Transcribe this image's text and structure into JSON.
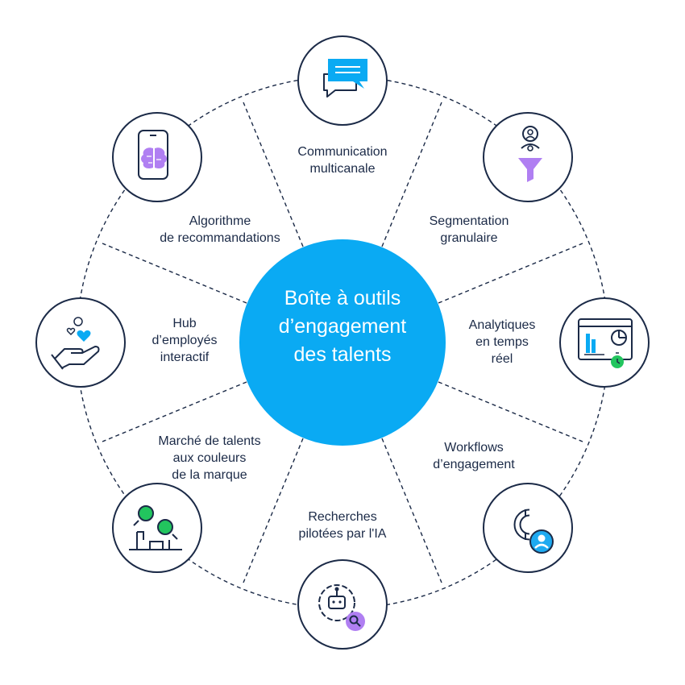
{
  "center": {
    "lines": [
      "Boîte à outils",
      "d’engagement",
      "des talents"
    ],
    "color": "#0aaaf3"
  },
  "segments": [
    {
      "icon": "chat-bubbles-icon",
      "lines": [
        "Communication",
        "multicanale"
      ]
    },
    {
      "icon": "user-filter-funnel-icon",
      "lines": [
        "Segmentation",
        "granulaire"
      ]
    },
    {
      "icon": "dashboard-charts-icon",
      "lines": [
        "Analytiques",
        "en temps",
        "réel"
      ]
    },
    {
      "icon": "magnet-user-icon",
      "lines": [
        "Workflows",
        "d’engagement"
      ]
    },
    {
      "icon": "robot-gear-search-icon",
      "lines": [
        "Recherches",
        "pilotées par l'IA"
      ]
    },
    {
      "icon": "talent-marketplace-icon",
      "lines": [
        "Marché de talents",
        "aux couleurs",
        "de la marque"
      ]
    },
    {
      "icon": "hand-heart-icon",
      "lines": [
        "Hub",
        "d’employés",
        "interactif"
      ]
    },
    {
      "icon": "phone-brain-icon",
      "lines": [
        "Algorithme",
        "de recommandations"
      ]
    }
  ],
  "colors": {
    "primary": "#0aaaf3",
    "navy": "#1b2a47",
    "purple": "#b07ff2",
    "green": "#22c55e",
    "blue": "#1eaaf1"
  }
}
